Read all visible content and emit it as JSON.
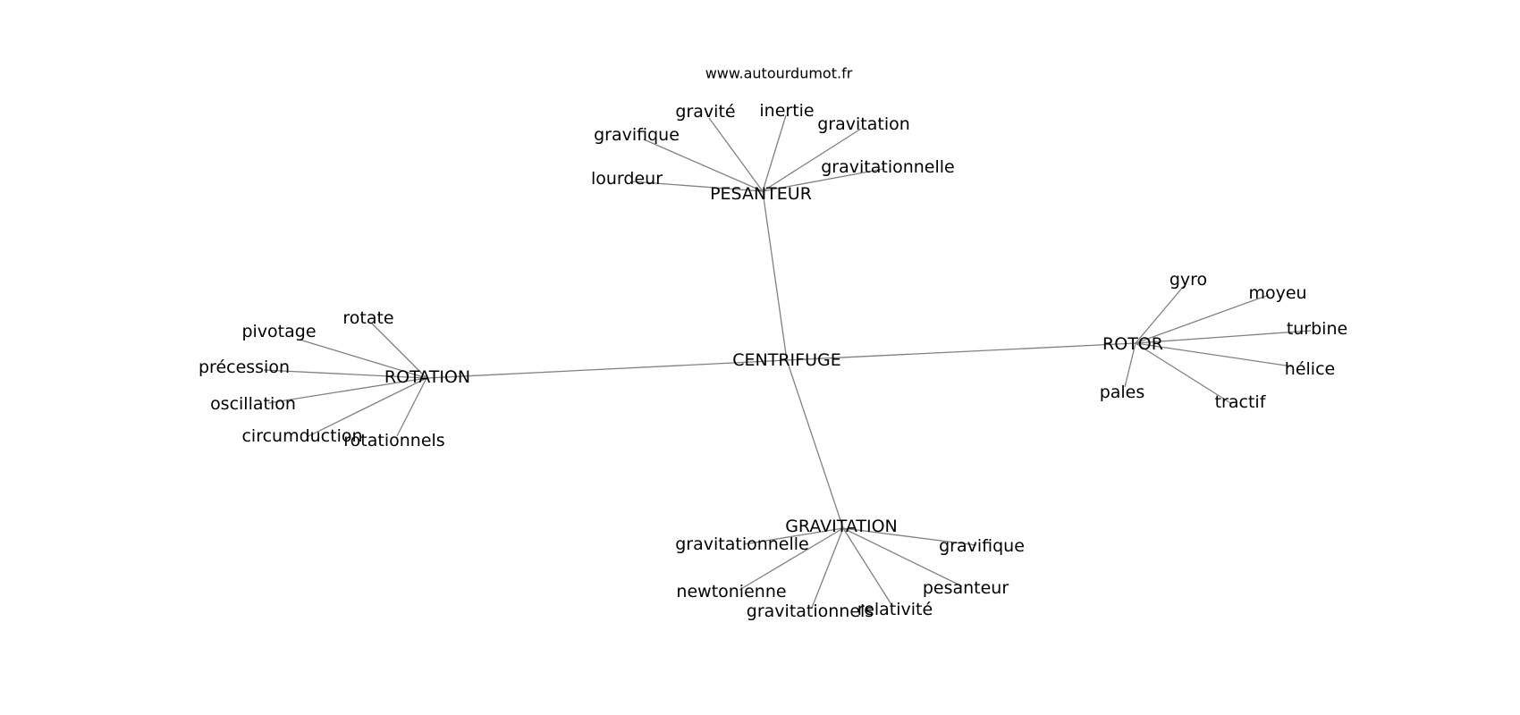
{
  "source": "www.autourdumot.fr",
  "center": "CENTRIFUGE",
  "clusters": [
    {
      "hub": "PESANTEUR",
      "words": [
        "lourdeur",
        "gravifique",
        "gravité",
        "inertie",
        "gravitation",
        "gravitationnelle"
      ]
    },
    {
      "hub": "ROTATION",
      "words": [
        "rotate",
        "pivotage",
        "précession",
        "oscillation",
        "circumduction",
        "rotationnels"
      ]
    },
    {
      "hub": "ROTOR",
      "words": [
        "gyro",
        "moyeu",
        "turbine",
        "hélice",
        "tractif",
        "pales"
      ]
    },
    {
      "hub": "GRAVITATION",
      "words": [
        "gravitationnelle",
        "newtonienne",
        "gravitationnels",
        "relativité",
        "pesanteur",
        "gravifique"
      ]
    }
  ]
}
